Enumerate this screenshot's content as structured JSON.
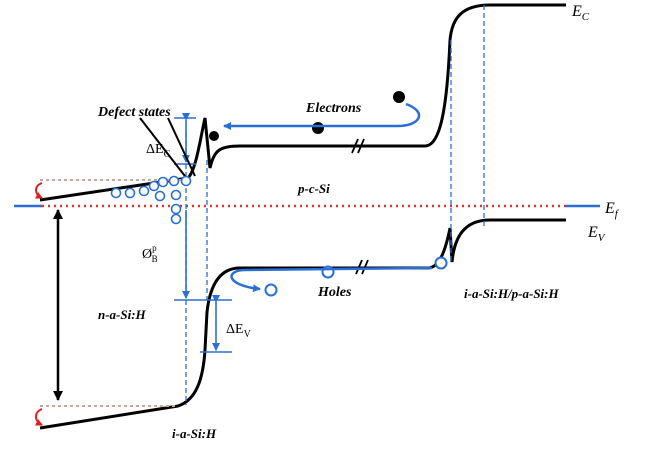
{
  "labels": {
    "ec": "E",
    "ec_sub": "C",
    "ev": "E",
    "ev_sub": "V",
    "ef": "E",
    "ef_sub": "f",
    "defect_states": "Defect states",
    "delta_ec": "ΔE",
    "delta_ec_sub": "C",
    "delta_ev": "ΔE",
    "delta_ev_sub": "V",
    "phi_b": "Ø",
    "phi_b_sup": "p",
    "phi_b_sub": "B",
    "electrons": "Electrons",
    "holes": "Holes",
    "p_c_si": "p-c-Si",
    "n_a_si": "n-a-Si:H",
    "i_a_si": "i-a-Si:H",
    "i_p_a_si": "i-a-Si:H/p-a-Si:H"
  },
  "colors": {
    "band": "#000000",
    "annotation": "#2a6fd6",
    "fermi": "#e03030",
    "curl_arrow": "#e02020",
    "dotted_tail": "#c9a89a"
  }
}
